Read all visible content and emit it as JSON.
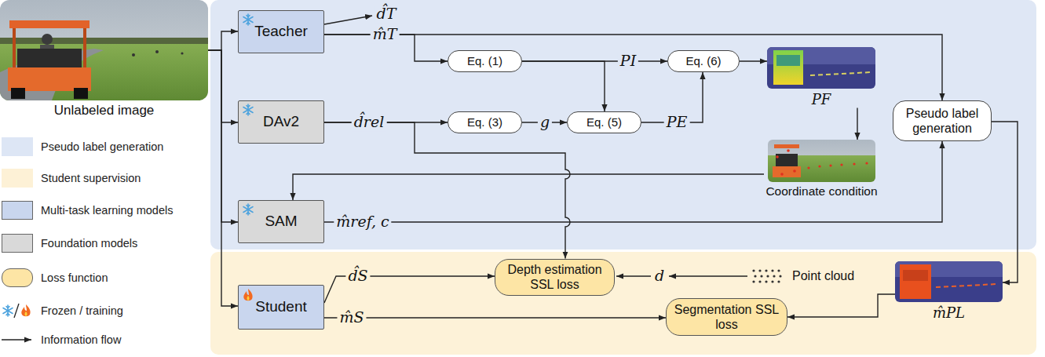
{
  "diagram": {
    "nodes": [
      {
        "text": [
          "Unlabeled image"
        ]
      },
      {
        "text": [
          "Teacher"
        ]
      },
      {
        "text": [
          "DAv2"
        ]
      },
      {
        "text": [
          "SAM"
        ]
      },
      {
        "text": [
          "Student"
        ]
      },
      {
        "text": [
          "Eq. (1)"
        ]
      },
      {
        "text": [
          "Eq. (3)"
        ]
      },
      {
        "text": [
          "Eq. (5)"
        ]
      },
      {
        "text": [
          "Eq. (6)"
        ]
      },
      {
        "text": [
          "PF"
        ]
      },
      {
        "text": [
          "Coordinate condition"
        ]
      },
      {
        "text": [
          "Pseudo label generation"
        ]
      },
      {
        "text": [
          "Depth estimation SSL loss"
        ]
      },
      {
        "text": [
          "Segmentation SSL loss"
        ]
      },
      {
        "text": [
          "m̂PL"
        ]
      }
    ],
    "edges": [
      {
        "from": 0,
        "to": 1,
        "arrow": "to"
      },
      {
        "from": 0,
        "to": 2,
        "arrow": "to"
      },
      {
        "from": 0,
        "to": 3,
        "arrow": "to"
      },
      {
        "from": 0,
        "to": 4,
        "arrow": "to"
      },
      {
        "from": 1,
        "to": 5,
        "arrow": "to"
      },
      {
        "from": 1,
        "to": 11,
        "arrow": "to"
      },
      {
        "from": 5,
        "to": 8,
        "arrow": "to"
      },
      {
        "from": 5,
        "to": 7,
        "arrow": "to"
      },
      {
        "from": 2,
        "to": 6,
        "arrow": "to"
      },
      {
        "from": 6,
        "to": 7,
        "label": "g",
        "arrow": "to"
      },
      {
        "from": 7,
        "to": 8,
        "arrow": "to"
      },
      {
        "from": 8,
        "to": 9,
        "arrow": "to"
      },
      {
        "from": 9,
        "to": 10,
        "arrow": "to"
      },
      {
        "from": 10,
        "to": 3,
        "arrow": "to"
      },
      {
        "from": 3,
        "to": 11,
        "arrow": "to"
      },
      {
        "from": 11,
        "to": 14,
        "arrow": "to"
      },
      {
        "from": 14,
        "to": 13,
        "arrow": "to"
      },
      {
        "from": 2,
        "to": 12,
        "arrow": "to"
      },
      {
        "from": 4,
        "to": 12,
        "arrow": "to"
      },
      {
        "from": 4,
        "to": 13,
        "arrow": "to"
      }
    ],
    "labels": [
      "d̂T",
      "m̂T",
      "PI",
      "PE",
      "d̂rel",
      "m̂ref, c",
      "d̂S",
      "m̂S",
      "d",
      "Point cloud"
    ],
    "legend": [
      {
        "text": "Pseudo label generation",
        "color": "#dde6f5"
      },
      {
        "text": "Student supervision",
        "color": "#fdf1d6"
      },
      {
        "text": "Multi-task learning models",
        "color": "#c9d6ee"
      },
      {
        "text": "Foundation models",
        "color": "#d9d9d9"
      },
      {
        "text": "Loss function",
        "color": "#fde5a5"
      },
      {
        "text": "Frozen / training"
      },
      {
        "text": "Information flow"
      }
    ]
  }
}
